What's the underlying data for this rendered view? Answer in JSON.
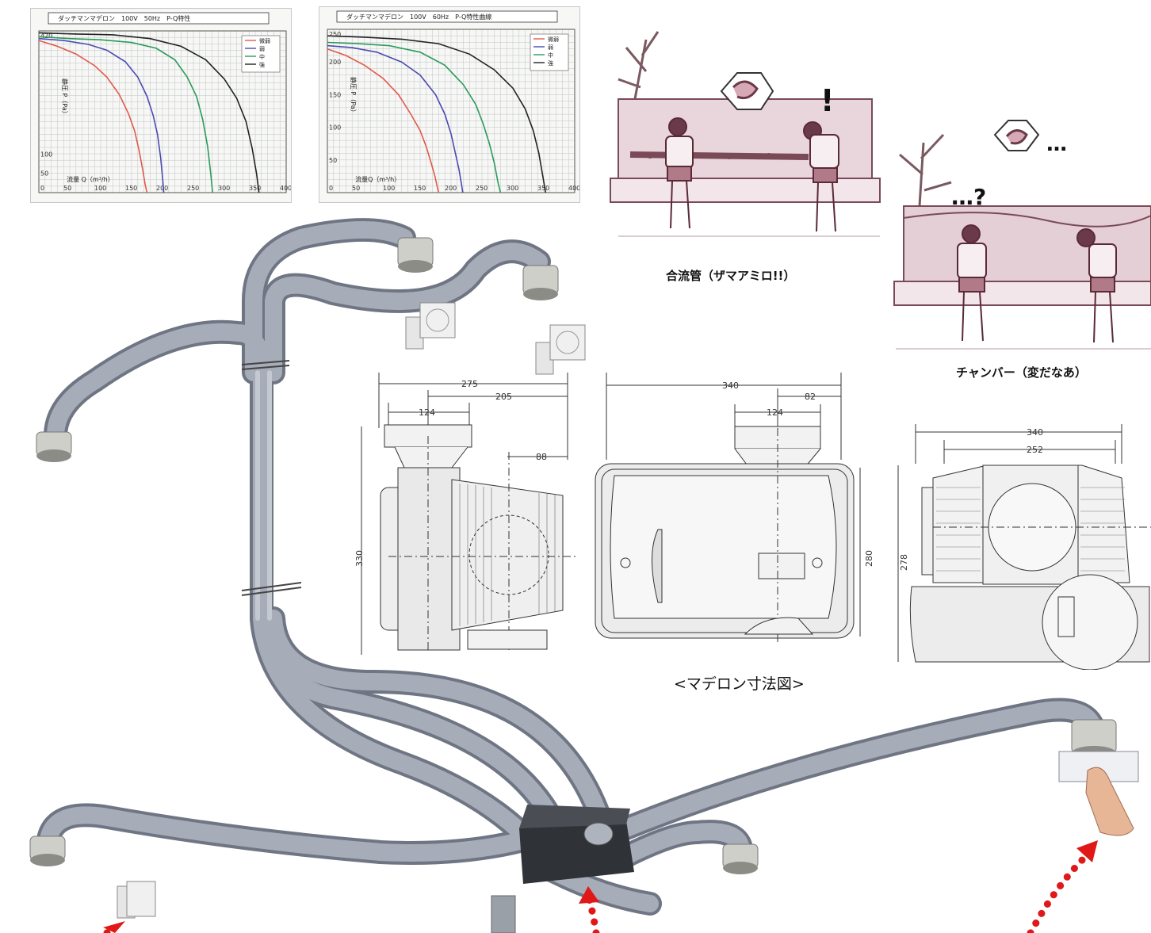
{
  "chart_data": [
    {
      "type": "line",
      "title": "ダッチマンマデロン　100V　50Hz　P-Q特性",
      "xlabel": "流量 Q（m³/h）",
      "ylabel": "静圧 P（Pa）",
      "xlim": [
        0,
        400
      ],
      "ylim": [
        0,
        420
      ],
      "x_ticks": [
        "0",
        "50",
        "100",
        "150",
        "200",
        "250",
        "300",
        "350",
        "400"
      ],
      "y_ticks": [
        "50",
        "100",
        "420"
      ],
      "grid": true,
      "legend_position": "top-right",
      "series": [
        {
          "name": "微弱",
          "color": "#e05a4a",
          "x": [
            0,
            30,
            60,
            90,
            110,
            130,
            145,
            155,
            162,
            168,
            172,
            175
          ],
          "y": [
            395,
            380,
            360,
            330,
            300,
            255,
            205,
            160,
            110,
            60,
            20,
            0
          ]
        },
        {
          "name": "弱",
          "color": "#4a4ab0",
          "x": [
            0,
            40,
            80,
            110,
            140,
            160,
            175,
            185,
            192,
            197,
            200,
            202
          ],
          "y": [
            400,
            395,
            385,
            370,
            340,
            300,
            250,
            200,
            150,
            90,
            40,
            0
          ]
        },
        {
          "name": "中",
          "color": "#2a9a5a",
          "x": [
            0,
            50,
            100,
            150,
            190,
            220,
            240,
            255,
            265,
            273,
            278,
            281
          ],
          "y": [
            405,
            400,
            397,
            390,
            375,
            345,
            300,
            250,
            190,
            120,
            50,
            0
          ]
        },
        {
          "name": "強",
          "color": "#222222",
          "x": [
            0,
            60,
            120,
            180,
            230,
            270,
            300,
            320,
            335,
            345,
            352,
            356
          ],
          "y": [
            415,
            412,
            410,
            400,
            380,
            345,
            295,
            245,
            185,
            115,
            50,
            0
          ]
        }
      ]
    },
    {
      "type": "line",
      "title": "ダッチマンマデロン　100V　60Hz　P-Q特性曲線",
      "xlabel": "流量Q（m³/h）",
      "ylabel": "静圧 P（Pa）",
      "xlim": [
        0,
        400
      ],
      "ylim": [
        0,
        250
      ],
      "x_ticks": [
        "0",
        "50",
        "100",
        "150",
        "200",
        "250",
        "300",
        "350",
        "400"
      ],
      "y_ticks": [
        "50",
        "100",
        "150",
        "200",
        "250"
      ],
      "grid": true,
      "legend_position": "top-right",
      "series": [
        {
          "name": "微弱",
          "color": "#e05a4a",
          "x": [
            0,
            30,
            60,
            90,
            115,
            135,
            150,
            160,
            168,
            174,
            178,
            180
          ],
          "y": [
            220,
            210,
            195,
            175,
            150,
            120,
            95,
            70,
            45,
            25,
            8,
            0
          ]
        },
        {
          "name": "弱",
          "color": "#4a4ab0",
          "x": [
            0,
            40,
            80,
            120,
            150,
            175,
            190,
            200,
            207,
            213,
            217,
            219
          ],
          "y": [
            225,
            222,
            215,
            200,
            180,
            150,
            120,
            90,
            60,
            35,
            12,
            0
          ]
        },
        {
          "name": "中",
          "color": "#2a9a5a",
          "x": [
            0,
            50,
            100,
            150,
            190,
            220,
            240,
            252,
            262,
            270,
            276,
            280
          ],
          "y": [
            230,
            228,
            225,
            215,
            195,
            165,
            135,
            105,
            75,
            45,
            15,
            0
          ]
        },
        {
          "name": "強",
          "color": "#222222",
          "x": [
            0,
            60,
            120,
            180,
            230,
            270,
            300,
            320,
            333,
            342,
            349,
            353
          ],
          "y": [
            240,
            238,
            235,
            228,
            212,
            188,
            160,
            128,
            95,
            60,
            22,
            0
          ]
        }
      ]
    }
  ],
  "captions": {
    "merge_pipe": "合流管（ザマアミロ!!）",
    "chamber": "チャンバー（変だなあ）",
    "dimension_title": "<マデロン寸法図>"
  },
  "dimensions": {
    "side": {
      "d275": "275",
      "d205": "205",
      "d124": "124",
      "d88": "88",
      "d330": "330"
    },
    "top": {
      "d340": "340",
      "d82": "82",
      "d124": "124",
      "d280": "280"
    },
    "front": {
      "d340": "340",
      "d252": "252",
      "d278": "278"
    }
  },
  "cartoon_glyphs": {
    "exclaim": "!",
    "question": "…?",
    "dots": "…"
  },
  "colors": {
    "duct": "#9aa0ac",
    "duct_shadow": "#6f7583",
    "arrow": "#e01818",
    "cartoon": "#6a3a4a"
  }
}
